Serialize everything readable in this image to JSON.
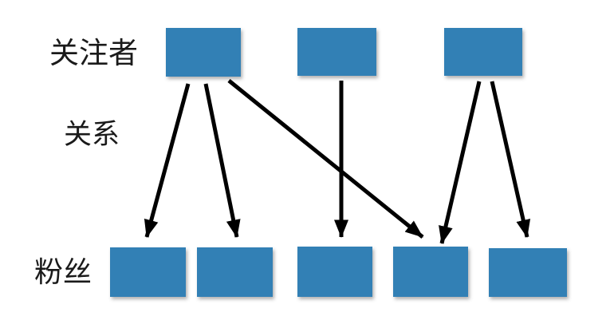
{
  "page": {
    "background": "#ffffff"
  },
  "labels": {
    "top_row": "关注者",
    "middle": "关系",
    "bottom_row": "粉丝"
  },
  "colors": {
    "node_fill": "#3180b5",
    "arrow": "#000000",
    "text": "#1a1a1a"
  },
  "diagram": {
    "type": "bipartite-graph",
    "rows": [
      {
        "id": "followees",
        "label": "关注者",
        "node_count": 3
      },
      {
        "id": "fans",
        "label": "粉丝",
        "node_count": 5
      }
    ],
    "edges_label": "关系",
    "edges": [
      {
        "from": "followee-1",
        "to": "fan-1"
      },
      {
        "from": "followee-1",
        "to": "fan-2"
      },
      {
        "from": "followee-1",
        "to": "fan-4"
      },
      {
        "from": "followee-2",
        "to": "fan-3"
      },
      {
        "from": "followee-3",
        "to": "fan-4"
      },
      {
        "from": "followee-3",
        "to": "fan-5"
      }
    ]
  }
}
